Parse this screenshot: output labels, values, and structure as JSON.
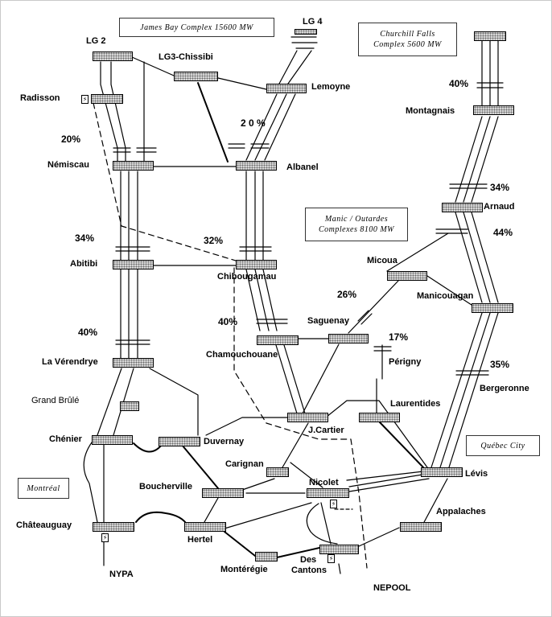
{
  "complexes": {
    "james_bay": "James Bay Complex 15600 MW",
    "churchill_line1": "Churchill Falls",
    "churchill_line2": "Complex 5600 MW",
    "manic_line1": "Manic / Outardes",
    "manic_line2": "Complexes 8100 MW",
    "montreal": "Montréal",
    "quebec_city": "Québec City"
  },
  "stations": {
    "lg2": "LG 2",
    "lg3": "LG3-Chissibi",
    "lg4": "LG 4",
    "lemoyne": "Lemoyne",
    "radisson": "Radisson",
    "nemiscau": "Némiscau",
    "albanel": "Albanel",
    "abitibi": "Abitibi",
    "chibougamau": "Chibougamau",
    "montagnais": "Montagnais",
    "arnaud": "Arnaud",
    "micoua": "Micoua",
    "manicouagan": "Manicouagan",
    "saguenay": "Saguenay",
    "chamouchouane": "Chamouchouane",
    "perigny": "Périgny",
    "la_verendrye": "La Vérendrye",
    "grand_brule": "Grand Brûlé",
    "chenier": "Chénier",
    "duvernay": "Duvernay",
    "jcartier": "J.Cartier",
    "laurentides": "Laurentides",
    "bergeronne": "Bergeronne",
    "carignan": "Carignan",
    "boucherville": "Boucherville",
    "nicolet": "Nicolet",
    "levis": "Lévis",
    "appalaches": "Appalaches",
    "chateauguay": "Châteauguay",
    "hertel": "Hertel",
    "monteregie": "Montérégie",
    "des_cantons_1": "Des",
    "des_cantons_2": "Cantons",
    "nypa": "NYPA",
    "nepool": "NEPOOL"
  },
  "percentages": {
    "nemiscau_20": "20%",
    "lg_20": "2 0 %",
    "churchill_40": "40%",
    "arnaud_34": "34%",
    "abitibi_34": "34%",
    "chibougamau_32": "32%",
    "manic_44": "44%",
    "saguenay_26": "26%",
    "perigny_17": "17%",
    "chamouchouane_40": "40%",
    "verendrye_40": "40%",
    "bergeronne_35": "35%"
  },
  "colors": {
    "station_fill": "#d6d6d6",
    "line": "#000000",
    "page_border": "#c9c9c9"
  }
}
